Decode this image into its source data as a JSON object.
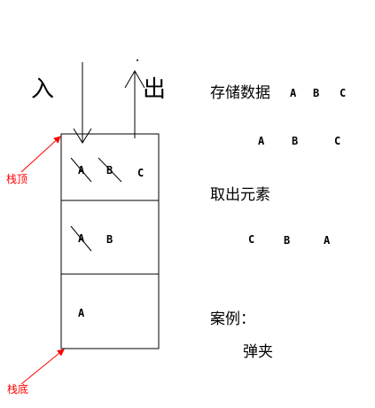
{
  "arrows": {
    "in_label": "入",
    "out_label": "出"
  },
  "stack_labels": {
    "top": "栈顶",
    "bottom": "栈底"
  },
  "stack_cells": {
    "top": [
      {
        "text": "A",
        "struck": true
      },
      {
        "text": "B",
        "struck": true
      },
      {
        "text": "C",
        "struck": false
      }
    ],
    "middle": [
      {
        "text": "A",
        "struck": true
      },
      {
        "text": "B",
        "struck": false
      }
    ],
    "bottom": [
      {
        "text": "A",
        "struck": false
      }
    ]
  },
  "notes": {
    "store_title": "存储数据",
    "store_seq_inline": [
      "A",
      "B",
      "C"
    ],
    "store_seq": [
      "A",
      "B",
      "C"
    ],
    "take_title": "取出元素",
    "take_seq": [
      "C",
      "B",
      "A"
    ],
    "example_title": "案例：",
    "example_value": "弹夹"
  },
  "colors": {
    "line": "#000000",
    "accent": "#ff0000"
  }
}
